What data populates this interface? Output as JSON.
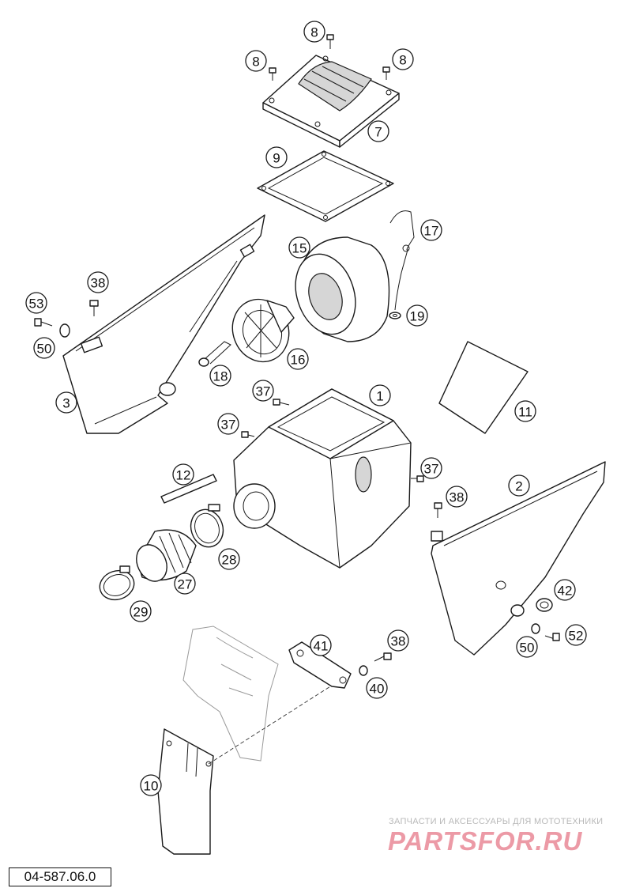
{
  "callouts": [
    {
      "id": "c8a",
      "label": "8"
    },
    {
      "id": "c8b",
      "label": "8"
    },
    {
      "id": "c8c",
      "label": "8"
    },
    {
      "id": "c7",
      "label": "7"
    },
    {
      "id": "c9",
      "label": "9"
    },
    {
      "id": "c17",
      "label": "17"
    },
    {
      "id": "c15",
      "label": "15"
    },
    {
      "id": "c19",
      "label": "19"
    },
    {
      "id": "c38a",
      "label": "38"
    },
    {
      "id": "c53",
      "label": "53"
    },
    {
      "id": "c50a",
      "label": "50"
    },
    {
      "id": "c16",
      "label": "16"
    },
    {
      "id": "c18",
      "label": "18"
    },
    {
      "id": "c3",
      "label": "3"
    },
    {
      "id": "c37a",
      "label": "37"
    },
    {
      "id": "c1",
      "label": "1"
    },
    {
      "id": "c11",
      "label": "11"
    },
    {
      "id": "c37b",
      "label": "37"
    },
    {
      "id": "c37c",
      "label": "37"
    },
    {
      "id": "c12",
      "label": "12"
    },
    {
      "id": "c2",
      "label": "2"
    },
    {
      "id": "c38b",
      "label": "38"
    },
    {
      "id": "c28",
      "label": "28"
    },
    {
      "id": "c27",
      "label": "27"
    },
    {
      "id": "c42",
      "label": "42"
    },
    {
      "id": "c29",
      "label": "29"
    },
    {
      "id": "c52",
      "label": "52"
    },
    {
      "id": "c50b",
      "label": "50"
    },
    {
      "id": "c41",
      "label": "41"
    },
    {
      "id": "c38c",
      "label": "38"
    },
    {
      "id": "c40",
      "label": "40"
    },
    {
      "id": "c10",
      "label": "10"
    }
  ],
  "document_code": "04-587.06.0",
  "watermark": {
    "caption": "ЗАПЧАСТИ И АКСЕССУАРЫ ДЛЯ МОТОТЕХНИКИ",
    "logo": "PARTSFOR.RU",
    "color": "#ec9aa6"
  }
}
